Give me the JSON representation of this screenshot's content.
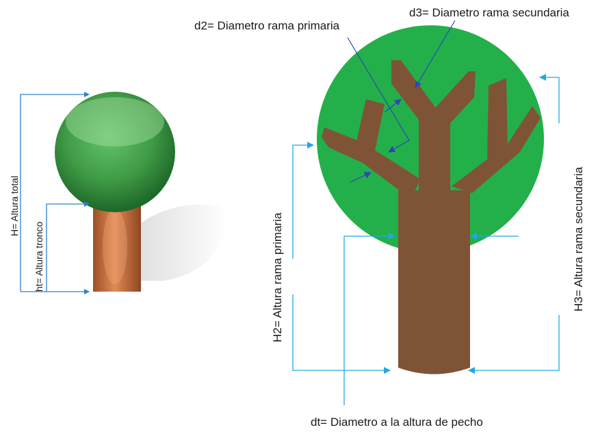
{
  "diagram": {
    "small_tree": {
      "height_total_label": "H= Altura total",
      "trunk_height_label": "ht= Altura tronco"
    },
    "large_tree": {
      "primary_branch_diameter_label": "d2= Diametro rama primaria",
      "secondary_branch_diameter_label": "d3= Diametro rama secundaria",
      "primary_branch_height_label": "H2= Altura rama primaria",
      "secondary_branch_height_label": "H3= Altura rama secundaria",
      "breast_height_diameter_label": "dt= Diametro a la altura de pecho"
    },
    "colors": {
      "canopy_large": "#23b04a",
      "trunk_large": "#7f5336",
      "canopy_small": "#3f9a45",
      "trunk_small": "#c96f3d",
      "guide_line_blue": "#2d80c9",
      "guide_arrow_light_blue": "#22a7e6",
      "pointer_dark_blue": "#2a47b8"
    }
  }
}
